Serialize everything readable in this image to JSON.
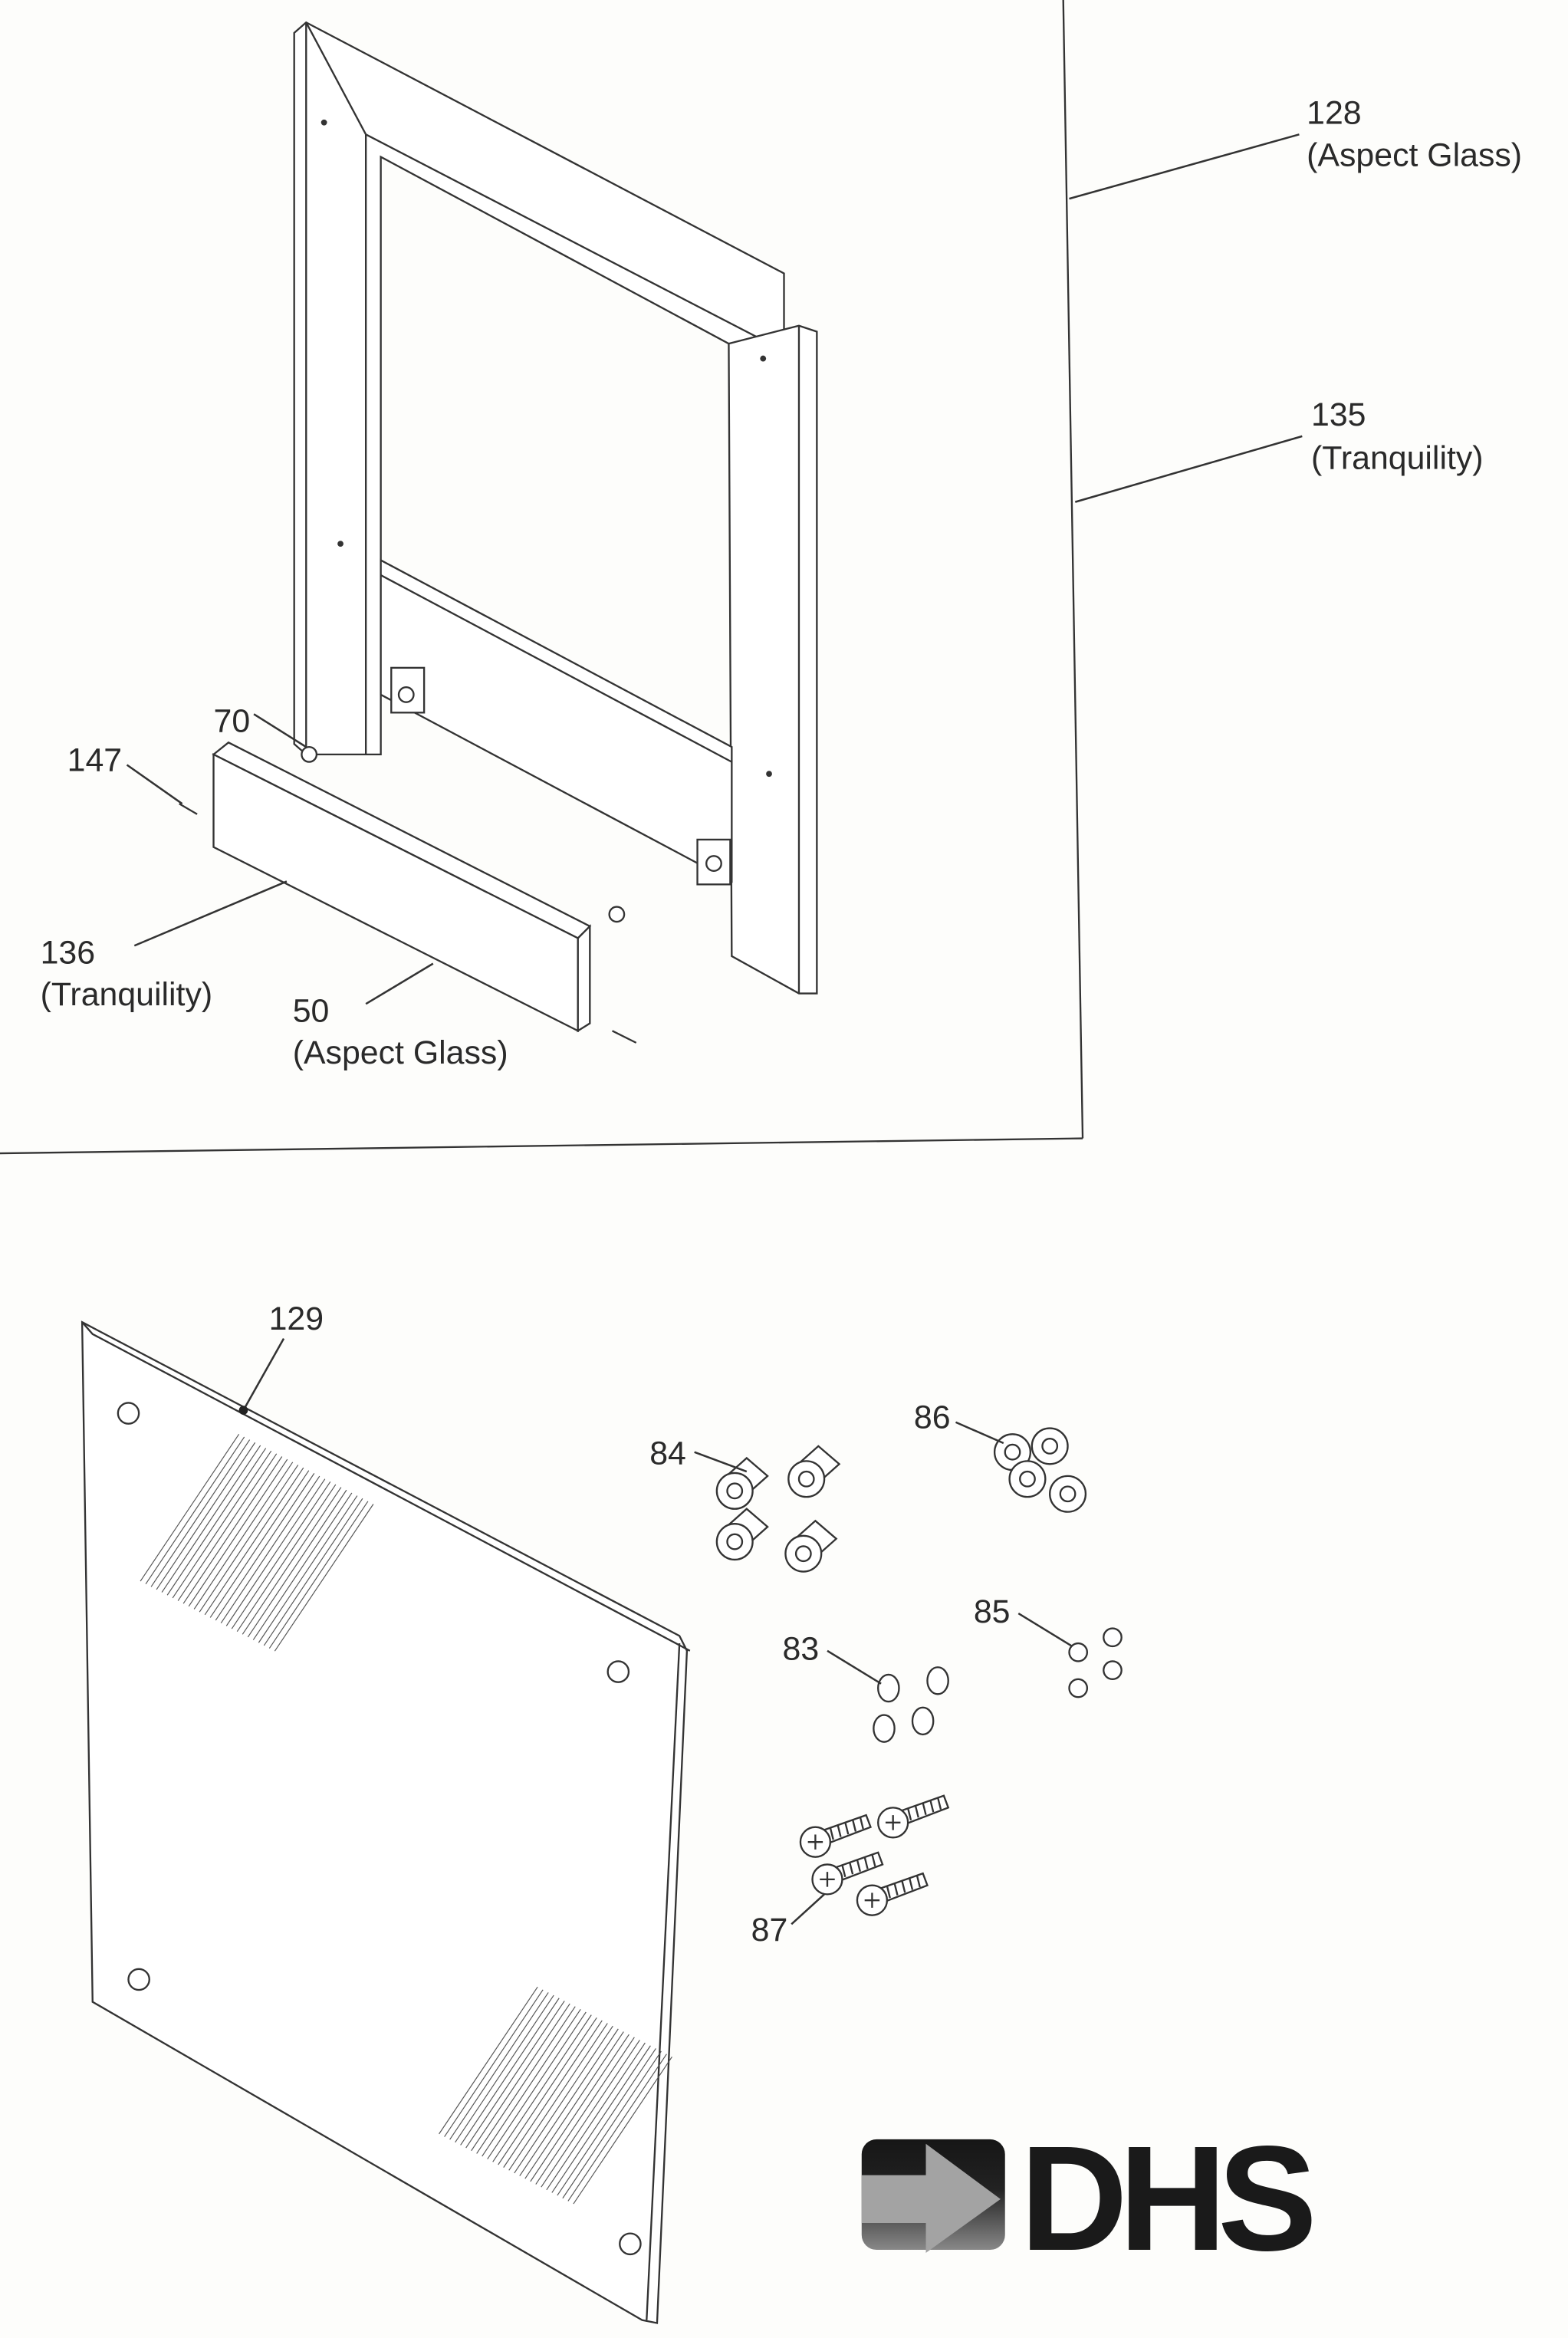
{
  "diagram": {
    "top_section": {
      "callouts": [
        {
          "number": "128",
          "note": "(Aspect Glass)"
        },
        {
          "number": "135",
          "note": "(Tranquility)"
        },
        {
          "number": "70"
        },
        {
          "number": "147"
        },
        {
          "number": "136",
          "note": "(Tranquility)"
        },
        {
          "number": "50",
          "note": "(Aspect Glass)"
        }
      ]
    },
    "bottom_section": {
      "callouts": [
        {
          "number": "129"
        },
        {
          "number": "84"
        },
        {
          "number": "86"
        },
        {
          "number": "85"
        },
        {
          "number": "83"
        },
        {
          "number": "87"
        }
      ]
    },
    "logo": {
      "text": "DHS",
      "icon": "arrow-right-icon",
      "color": "#1a1a1a",
      "arrow_color": "#a0a0a0"
    }
  }
}
